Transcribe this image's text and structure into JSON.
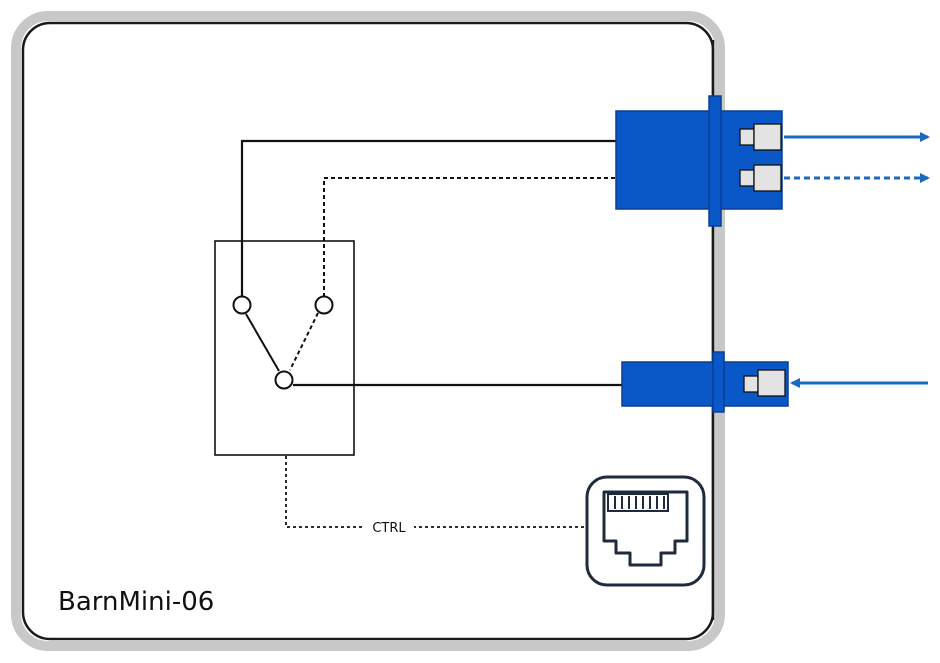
{
  "device": {
    "label": "BarnMini-06",
    "ctrl_label": "CTRL"
  },
  "colors": {
    "enclosure_border": "#c8c8c8",
    "enclosure_inner_border": "#1a1a1a",
    "connector_blue": "#0a57c8",
    "arrow_blue": "#1a6bbf",
    "port_grey": "#e3e3e3",
    "rj45_border": "#1f2b3d",
    "line": "#111111"
  },
  "connectors": [
    {
      "name": "output-port-1",
      "direction": "out",
      "style": "solid"
    },
    {
      "name": "output-port-2",
      "direction": "out",
      "style": "dashed"
    },
    {
      "name": "input-port",
      "direction": "in",
      "style": "solid"
    }
  ],
  "switch": {
    "type": "1x2 optical switch",
    "active_position": "upper-left"
  },
  "control_port": {
    "icon": "ethernet-rj45-icon"
  }
}
